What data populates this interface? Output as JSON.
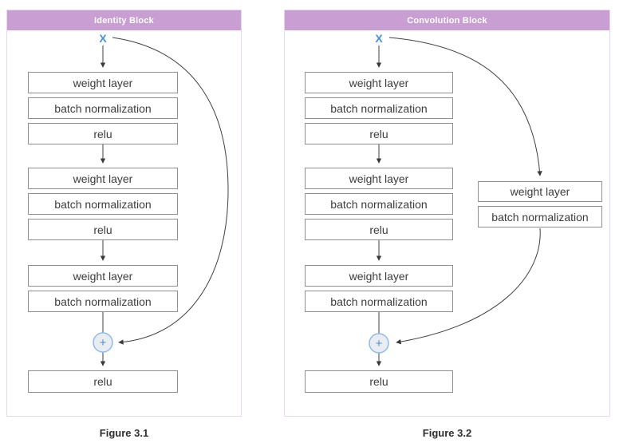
{
  "colors": {
    "header_bg": "#c99ed3",
    "panel_border": "#e8d8ef",
    "box_border": "#8f8f8f",
    "box_text": "#3d3d3d",
    "line": "#3f3f3f",
    "x_label": "#4a90d2",
    "plus_stroke": "#8fbbe9",
    "plus_fill": "#e9edf1",
    "plus_sign": "#4a90d2",
    "caption_text": "#2f2f2f",
    "header_text": "#ffffff"
  },
  "panels": [
    {
      "title": "Identity Block",
      "input_label": "X",
      "groups": [
        [
          "weight layer",
          "batch normalization",
          "relu"
        ],
        [
          "weight layer",
          "batch normalization",
          "relu"
        ],
        [
          "weight layer",
          "batch normalization"
        ]
      ],
      "plus_label": "+",
      "output_box": "relu",
      "caption": "Figure 3.1"
    },
    {
      "title": "Convolution Block",
      "input_label": "X",
      "groups": [
        [
          "weight layer",
          "batch normalization",
          "relu"
        ],
        [
          "weight layer",
          "batch normalization",
          "relu"
        ],
        [
          "weight layer",
          "batch normalization"
        ]
      ],
      "shortcut_boxes": [
        "weight layer",
        "batch normalization"
      ],
      "plus_label": "+",
      "output_box": "relu",
      "caption": "Figure 3.2"
    }
  ]
}
